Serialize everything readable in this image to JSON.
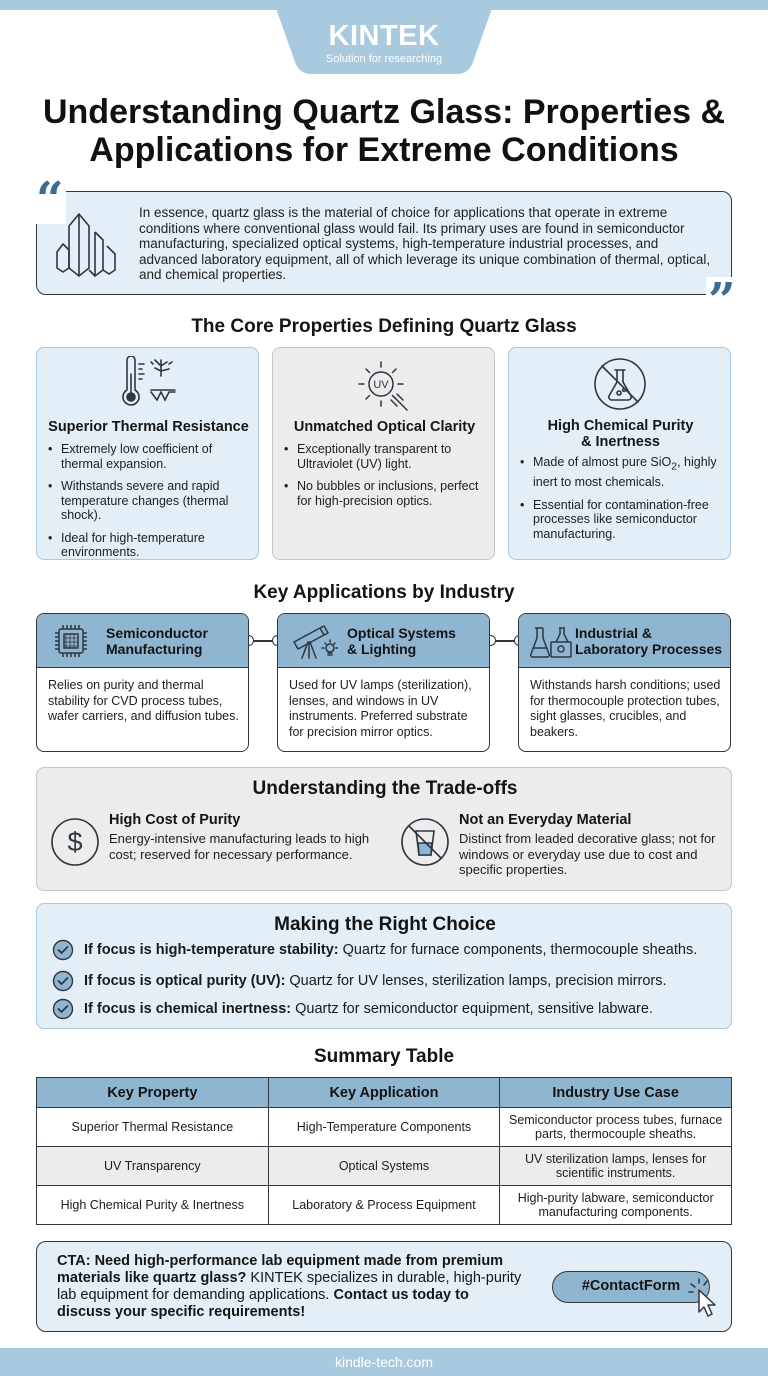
{
  "brand": {
    "name": "KINTEK",
    "tagline": "Solution for researching",
    "website": "kindle-tech.com"
  },
  "title": "Understanding Quartz Glass: Properties & Applications for Extreme Conditions",
  "intro": "In essence, quartz glass is the material of choice for applications that operate in extreme conditions where conventional glass would fail. Its primary uses are found in semiconductor manufacturing, specialized optical systems, high-temperature industrial processes, and advanced laboratory equipment, all of which leverage its unique combination of thermal, optical, and chemical properties.",
  "properties": {
    "title": "The Core Properties Defining Quartz Glass",
    "cards": [
      {
        "icon": "thermometer-icon",
        "title": "Superior Thermal Resistance",
        "bullets": [
          "Extremely low coefficient of thermal expansion.",
          "Withstands severe and rapid temperature changes (thermal shock).",
          "Ideal for high-temperature environments."
        ]
      },
      {
        "icon": "uv-light-icon",
        "icon_label": "UV",
        "title": "Unmatched Optical Clarity",
        "bullets": [
          "Exceptionally transparent to Ultraviolet (UV) light.",
          "No bubbles or inclusions, perfect for high-precision optics."
        ]
      },
      {
        "icon": "no-chemical-flask-icon",
        "title_line1": "High Chemical Purity",
        "title_line2": "& Inertness",
        "bullet1_pre": "Made of almost pure SiO",
        "bullet1_sub": "2",
        "bullet1_post": ", highly inert to most chemicals.",
        "bullet2": "Essential for contamination-free processes like semiconductor manufacturing."
      }
    ]
  },
  "applications": {
    "title": "Key Applications by Industry",
    "cards": [
      {
        "icon": "microchip-icon",
        "title_line1": "Semiconductor",
        "title_line2": "Manufacturing",
        "body": "Relies on purity and thermal stability for CVD process tubes, wafer carriers, and diffusion tubes."
      },
      {
        "icon": "telescope-icon",
        "title_line1": "Optical Systems",
        "title_line2": "& Lighting",
        "body": "Used for UV lamps (sterilization), lenses, and windows in UV instruments. Preferred substrate for precision mirror optics."
      },
      {
        "icon": "lab-equipment-icon",
        "title_line1": "Industrial &",
        "title_line2": "Laboratory Processes",
        "body": "Withstands harsh conditions; used for thermocouple protection tubes, sight glasses, crucibles, and beakers."
      }
    ]
  },
  "tradeoffs": {
    "title": "Understanding the Trade-offs",
    "items": [
      {
        "icon": "dollar-icon",
        "title": "High Cost of Purity",
        "body": "Energy-intensive manufacturing leads to high cost; reserved for necessary performance."
      },
      {
        "icon": "no-glass-icon",
        "title": "Not an Everyday Material",
        "body": "Distinct from leaded decorative glass; not for windows or everyday use due to cost and specific properties."
      }
    ]
  },
  "choice": {
    "title": "Making the Right Choice",
    "items": [
      {
        "label": "If focus is high-temperature stability:",
        "text": "Quartz for furnace components, thermocouple sheaths."
      },
      {
        "label": "If focus is optical purity (UV):",
        "text": "Quartz for UV lenses, sterilization lamps, precision mirrors."
      },
      {
        "label": "If focus is chemical inertness:",
        "text": "Quartz for semiconductor equipment, sensitive labware."
      }
    ]
  },
  "summary": {
    "title": "Summary Table",
    "headers": [
      "Key Property",
      "Key Application",
      "Industry Use Case"
    ],
    "rows": [
      [
        "Superior Thermal Resistance",
        "High-Temperature Components",
        "Semiconductor process tubes, furnace parts, thermocouple sheaths."
      ],
      [
        "UV Transparency",
        "Optical Systems",
        "UV sterilization lamps, lenses for scientific instruments."
      ],
      [
        "High Chemical Purity & Inertness",
        "Laboratory & Process Equipment",
        "High-purity labware, semiconductor manufacturing components."
      ]
    ]
  },
  "cta": {
    "bold1": "CTA: Need high-performance lab equipment made from premium materials like quartz glass?",
    "normal": " KINTEK specializes in durable, high-purity lab equipment for demanding applications. ",
    "bold2": "Contact us today to discuss your specific requirements!",
    "button": "#ContactForm"
  },
  "colors": {
    "accent_blue": "#8fb5d0",
    "light_blue": "#e3eef6",
    "border_dark": "#2e3640",
    "quote_blue": "#3c6e95"
  }
}
